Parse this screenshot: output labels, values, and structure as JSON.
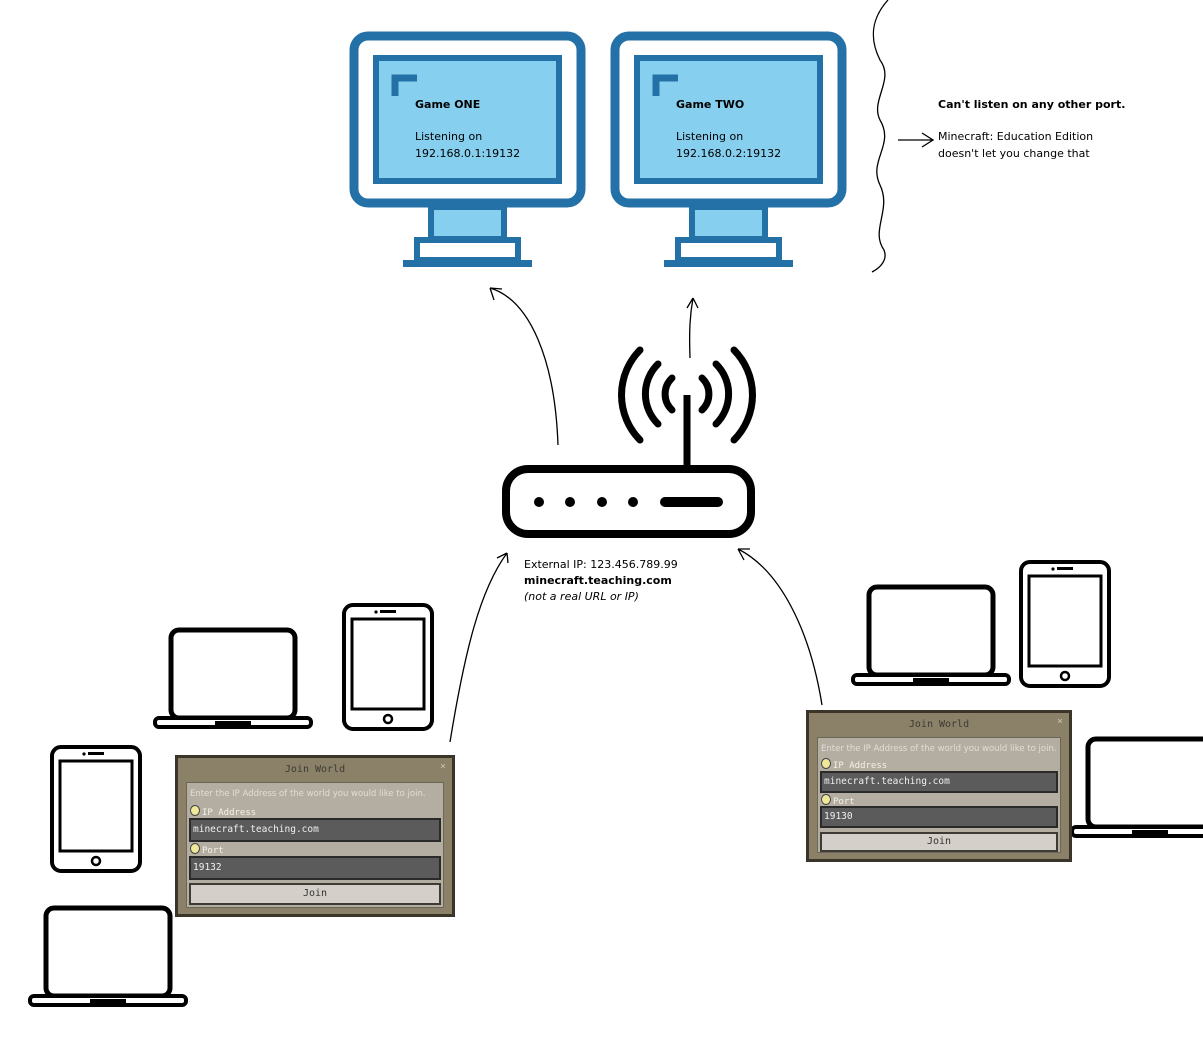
{
  "colors": {
    "monitor_frame": "#2471a8",
    "monitor_screen": "#87cfef",
    "dialog_bg": "#8b8169"
  },
  "game_one": {
    "title": "Game ONE",
    "line1": "Listening on",
    "address": "192.168.0.1:19132"
  },
  "game_two": {
    "title": "Game TWO",
    "line1": "Listening on",
    "address": "192.168.0.2:19132"
  },
  "note": {
    "line1": "Can't listen on any other port.",
    "line2": "Minecraft: Education Edition",
    "line3": "doesn't let you change that"
  },
  "router": {
    "external_ip": "External IP: 123.456.789.99",
    "host": "minecraft.teaching.com",
    "disclaimer": "(not a real URL or IP)"
  },
  "dialog_left": {
    "title": "Join World",
    "close": "×",
    "description": "Enter the IP Address of the world you would like to join.",
    "ip_label": "IP Address",
    "ip_value": "minecraft.teaching.com",
    "port_label": "Port",
    "port_value": "19132",
    "join_label": "Join"
  },
  "dialog_right": {
    "title": "Join World",
    "close": "×",
    "description": "Enter the IP Address of the world you would like to join.",
    "ip_label": "IP Address",
    "ip_value": "minecraft.teaching.com",
    "port_label": "Port",
    "port_value": "19130",
    "join_label": "Join"
  }
}
